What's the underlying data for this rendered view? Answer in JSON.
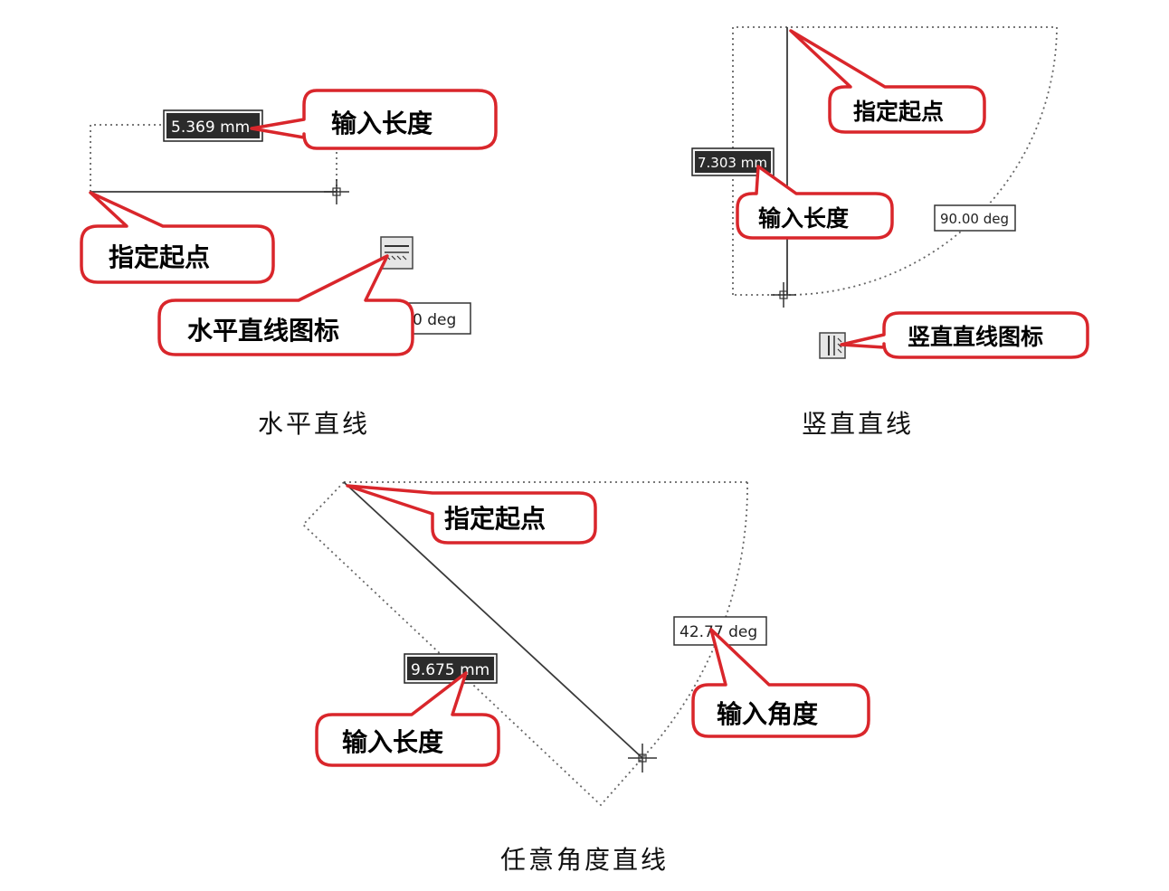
{
  "panels": {
    "horizontal": {
      "caption": "水平直线",
      "length_input": "5.369 mm",
      "angle_input": "0 deg",
      "callouts": {
        "start_point": "指定起点",
        "enter_length": "输入长度",
        "icon": "水平直线图标"
      },
      "icon_name": "horizontal-line-icon"
    },
    "vertical": {
      "caption": "竖直直线",
      "length_input": "7.303 mm",
      "angle_input": "90.00 deg",
      "callouts": {
        "start_point": "指定起点",
        "enter_length": "输入长度",
        "icon": "竖直直线图标"
      },
      "icon_name": "vertical-line-icon"
    },
    "angled": {
      "caption": "任意角度直线",
      "length_input": "9.675 mm",
      "angle_input": "42.77 deg",
      "callouts": {
        "start_point": "指定起点",
        "enter_length": "输入长度",
        "enter_angle": "输入角度"
      }
    }
  },
  "colors": {
    "callout_border": "#d9262b",
    "length_box_bg": "#2b2b2b",
    "line": "#3a3a3a"
  }
}
